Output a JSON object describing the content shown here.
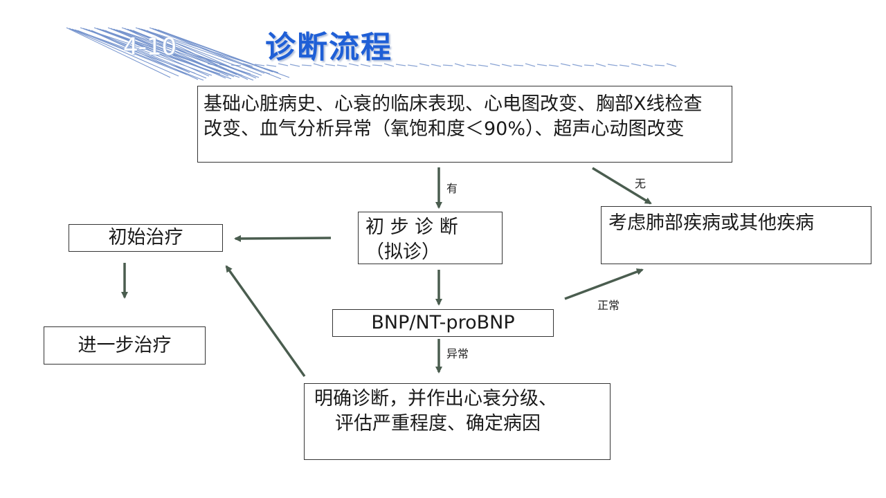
{
  "header": {
    "page_number": "4-10",
    "title": "诊断流程"
  },
  "boxes": {
    "symptoms": "基础心脏病史、心衰的临床表现、心电图改变、胸部X线检查改变、血气分析异常（氧饱和度＜90%）、超声心动图改变",
    "preliminary_line1": "初 步 诊 断",
    "preliminary_line2": "（拟诊）",
    "lung_disease": "考虑肺部疾病或其他疾病",
    "bnp": "BNP/NT-proBNP",
    "confirm_line1": "明确诊断，并作出心衰分级、",
    "confirm_line2": "评估严重程度、确定病因",
    "initial_treatment": "初始治疗",
    "further_treatment": "进一步治疗"
  },
  "edge_labels": {
    "yes": "有",
    "no": "无",
    "normal": "正常",
    "abnormal": "异常"
  },
  "colors": {
    "arrow": "#4a5d4f",
    "title": "#1f5fd6",
    "deco_lines": "#5b7fc4"
  }
}
